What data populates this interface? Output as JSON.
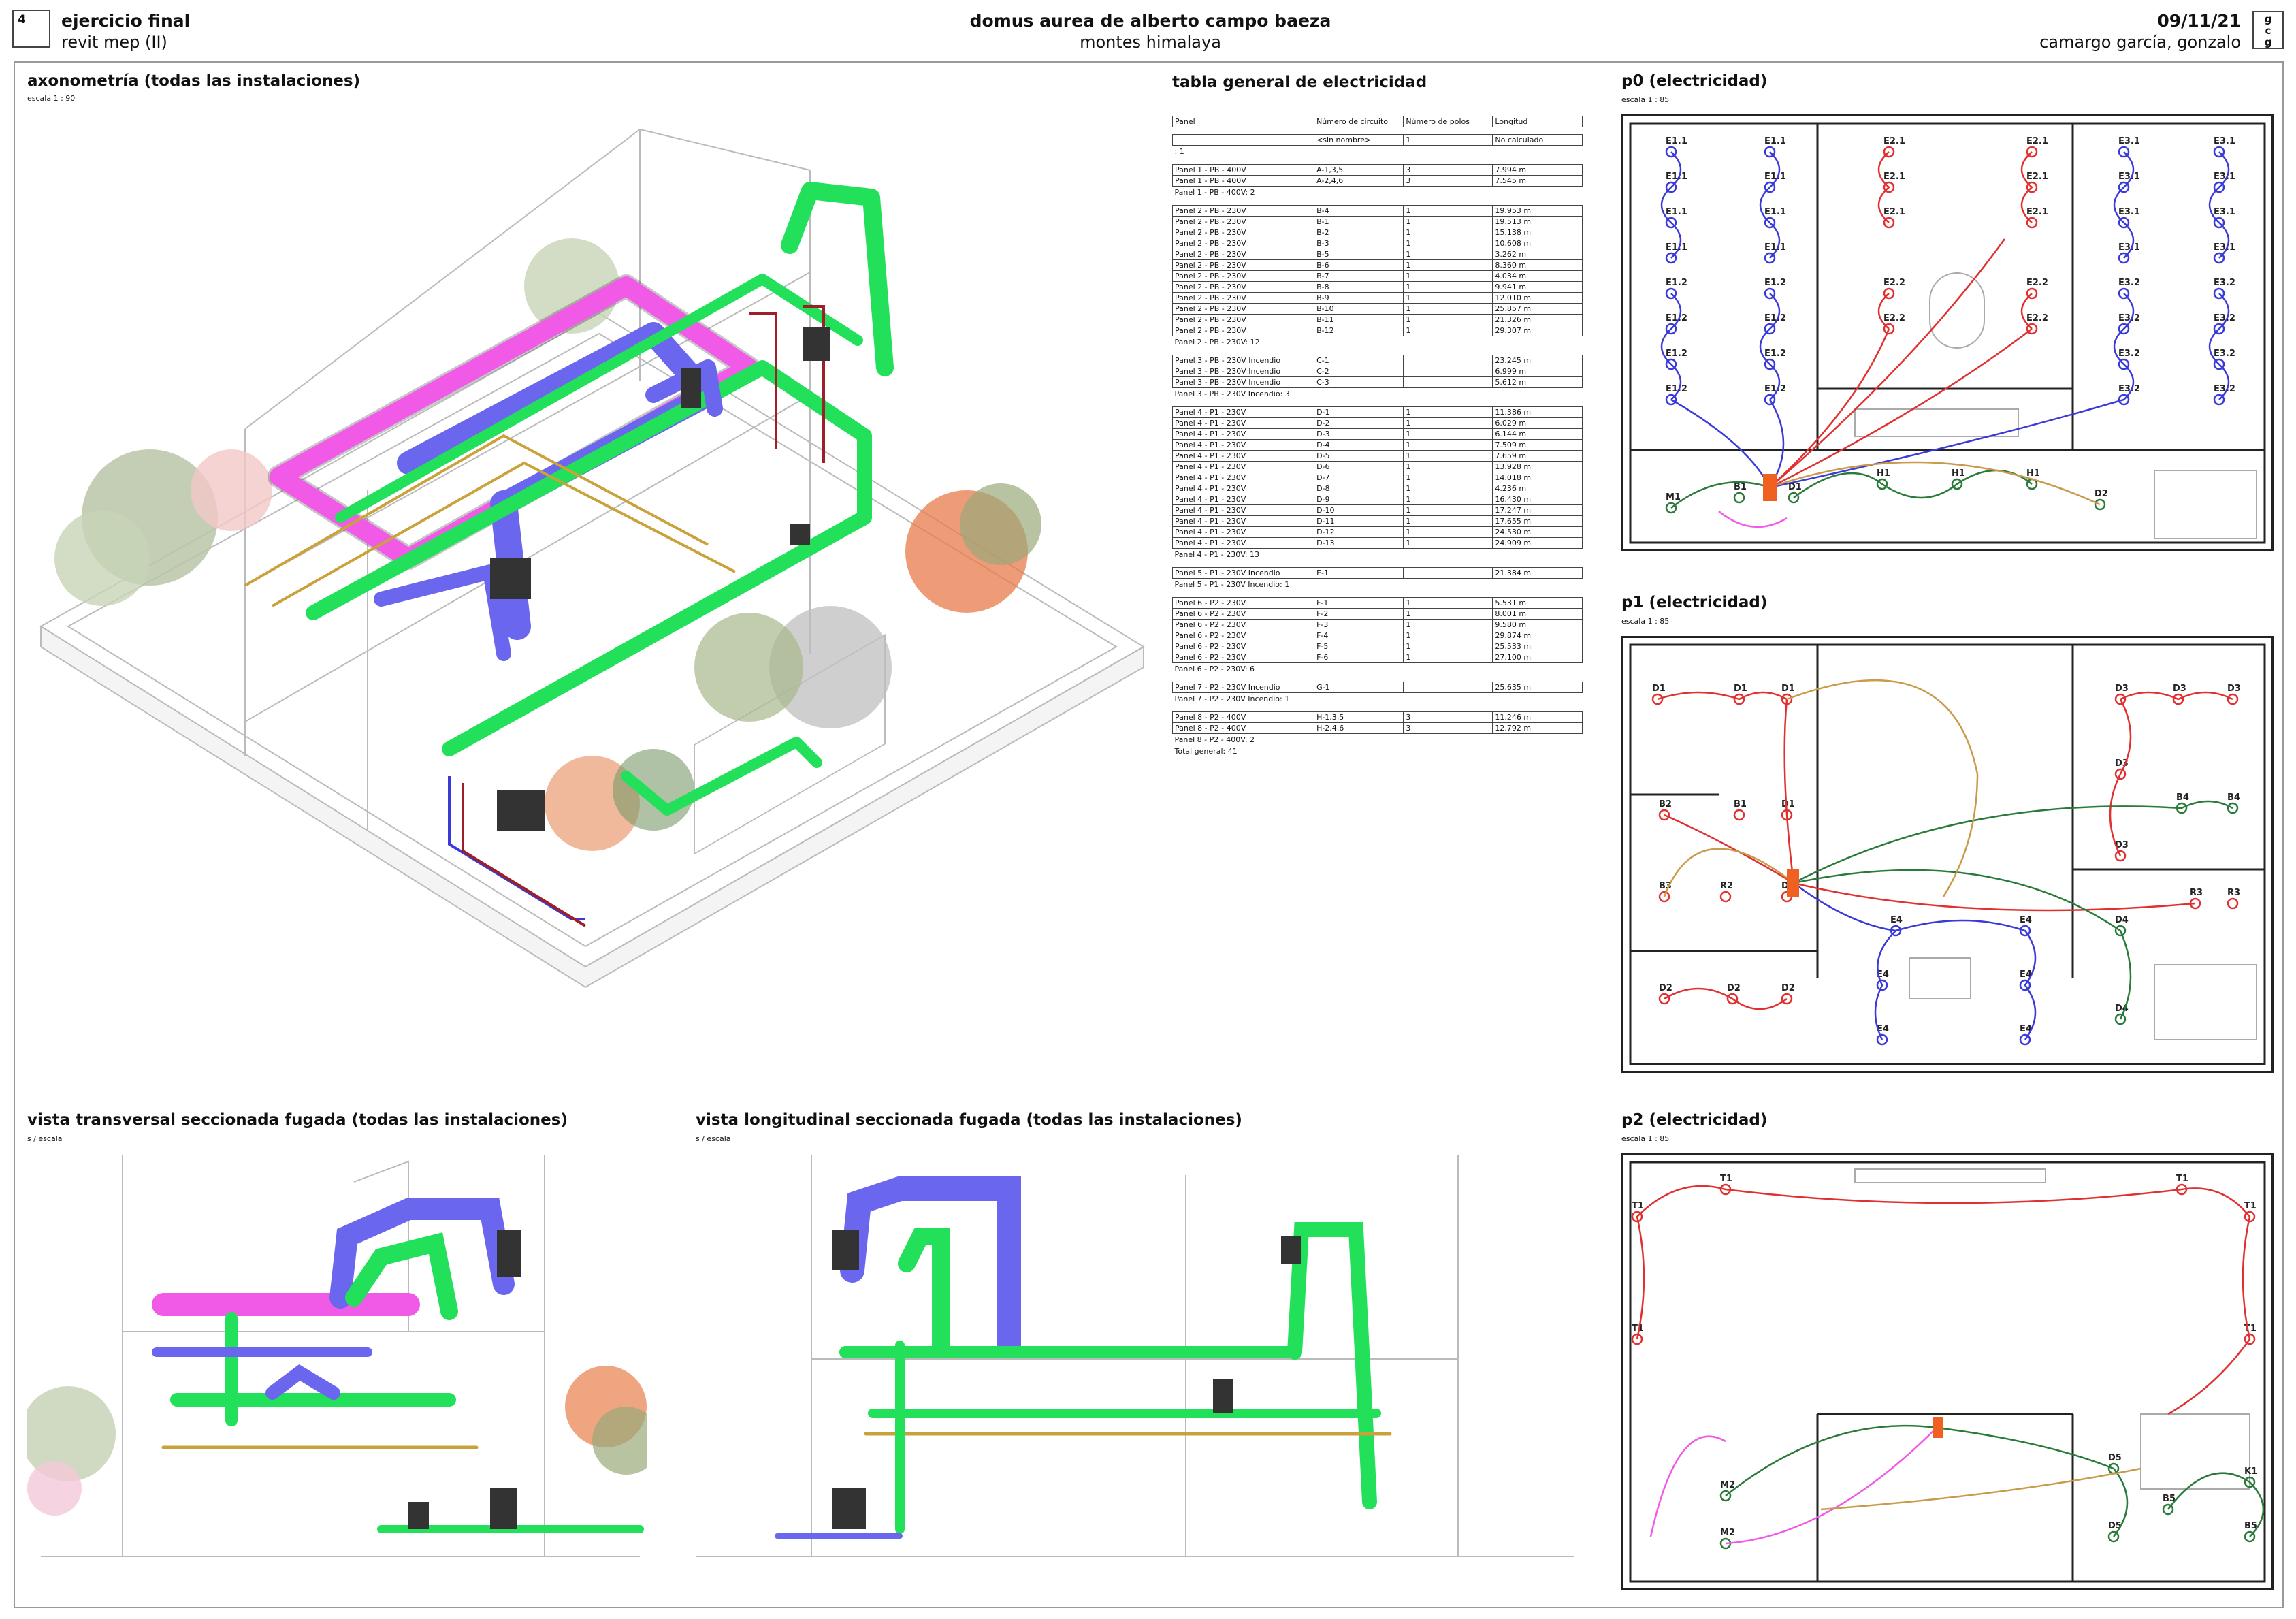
{
  "header": {
    "sheet_number": "4",
    "title": "ejercicio final",
    "subtitle": "revit mep (II)",
    "project": "domus aurea de alberto campo baeza",
    "location": "montes himalaya",
    "date": "09/11/21",
    "author": "camargo garcía, gonzalo",
    "badge": [
      "g",
      "c",
      "g"
    ]
  },
  "views": {
    "axo": {
      "title": "axonometría (todas las instalaciones)",
      "scale": "escala    1 : 90"
    },
    "table_title": "tabla general de electricidad",
    "p0": {
      "title": "p0 (electricidad)",
      "scale": "escala    1 : 85"
    },
    "p1": {
      "title": "p1 (electricidad)",
      "scale": "escala    1 : 85"
    },
    "p2": {
      "title": "p2 (electricidad)",
      "scale": "escala    1 : 85"
    },
    "transversal": {
      "title": "vista transversal seccionada fugada (todas las instalaciones)",
      "scale": "s / escala"
    },
    "longitudinal": {
      "title": "vista longitudinal seccionada fugada (todas las instalaciones)",
      "scale": "s / escala"
    }
  },
  "table": {
    "headers": [
      "Panel",
      "Número de circuito",
      "Número de polos",
      "Longitud"
    ],
    "groups": [
      {
        "rows": [
          [
            "",
            "<sin nombre>",
            "1",
            "No calculado"
          ]
        ],
        "summary": ": 1"
      },
      {
        "rows": [
          [
            "Panel 1 - PB - 400V",
            "A-1,3,5",
            "3",
            "7.994 m"
          ],
          [
            "Panel 1 - PB - 400V",
            "A-2,4,6",
            "3",
            "7.545 m"
          ]
        ],
        "summary": "Panel 1 - PB - 400V: 2"
      },
      {
        "rows": [
          [
            "Panel 2 - PB - 230V",
            "B-4",
            "1",
            "19.953 m"
          ],
          [
            "Panel 2 - PB - 230V",
            "B-1",
            "1",
            "19.513 m"
          ],
          [
            "Panel 2 - PB - 230V",
            "B-2",
            "1",
            "15.138 m"
          ],
          [
            "Panel 2 - PB - 230V",
            "B-3",
            "1",
            "10.608 m"
          ],
          [
            "Panel 2 - PB - 230V",
            "B-5",
            "1",
            "3.262 m"
          ],
          [
            "Panel 2 - PB - 230V",
            "B-6",
            "1",
            "8.360 m"
          ],
          [
            "Panel 2 - PB - 230V",
            "B-7",
            "1",
            "4.034 m"
          ],
          [
            "Panel 2 - PB - 230V",
            "B-8",
            "1",
            "9.941 m"
          ],
          [
            "Panel 2 - PB - 230V",
            "B-9",
            "1",
            "12.010 m"
          ],
          [
            "Panel 2 - PB - 230V",
            "B-10",
            "1",
            "25.857 m"
          ],
          [
            "Panel 2 - PB - 230V",
            "B-11",
            "1",
            "21.326 m"
          ],
          [
            "Panel 2 - PB - 230V",
            "B-12",
            "1",
            "29.307 m"
          ]
        ],
        "summary": "Panel 2 - PB - 230V: 12"
      },
      {
        "rows": [
          [
            "Panel 3 - PB - 230V Incendio",
            "C-1",
            "",
            "23.245 m"
          ],
          [
            "Panel 3 - PB - 230V Incendio",
            "C-2",
            "",
            "6.999 m"
          ],
          [
            "Panel 3 - PB - 230V Incendio",
            "C-3",
            "",
            "5.612 m"
          ]
        ],
        "summary": "Panel 3 - PB - 230V Incendio: 3"
      },
      {
        "rows": [
          [
            "Panel 4 - P1 - 230V",
            "D-1",
            "1",
            "11.386 m"
          ],
          [
            "Panel 4 - P1 - 230V",
            "D-2",
            "1",
            "6.029 m"
          ],
          [
            "Panel 4 - P1 - 230V",
            "D-3",
            "1",
            "6.144 m"
          ],
          [
            "Panel 4 - P1 - 230V",
            "D-4",
            "1",
            "7.509 m"
          ],
          [
            "Panel 4 - P1 - 230V",
            "D-5",
            "1",
            "7.659 m"
          ],
          [
            "Panel 4 - P1 - 230V",
            "D-6",
            "1",
            "13.928 m"
          ],
          [
            "Panel 4 - P1 - 230V",
            "D-7",
            "1",
            "14.018 m"
          ],
          [
            "Panel 4 - P1 - 230V",
            "D-8",
            "1",
            "4.236 m"
          ],
          [
            "Panel 4 - P1 - 230V",
            "D-9",
            "1",
            "16.430 m"
          ],
          [
            "Panel 4 - P1 - 230V",
            "D-10",
            "1",
            "17.247 m"
          ],
          [
            "Panel 4 - P1 - 230V",
            "D-11",
            "1",
            "17.655 m"
          ],
          [
            "Panel 4 - P1 - 230V",
            "D-12",
            "1",
            "24.530 m"
          ],
          [
            "Panel 4 - P1 - 230V",
            "D-13",
            "1",
            "24.909 m"
          ]
        ],
        "summary": "Panel 4 - P1 - 230V: 13"
      },
      {
        "rows": [
          [
            "Panel 5 - P1 - 230V Incendio",
            "E-1",
            "",
            "21.384 m"
          ]
        ],
        "summary": "Panel 5 - P1 - 230V Incendio: 1"
      },
      {
        "rows": [
          [
            "Panel 6 - P2 - 230V",
            "F-1",
            "1",
            "5.531 m"
          ],
          [
            "Panel 6 - P2 - 230V",
            "F-2",
            "1",
            "8.001 m"
          ],
          [
            "Panel 6 - P2 - 230V",
            "F-3",
            "1",
            "9.580 m"
          ],
          [
            "Panel 6 - P2 - 230V",
            "F-4",
            "1",
            "29.874 m"
          ],
          [
            "Panel 6 - P2 - 230V",
            "F-5",
            "1",
            "25.533 m"
          ],
          [
            "Panel 6 - P2 - 230V",
            "F-6",
            "1",
            "27.100 m"
          ]
        ],
        "summary": "Panel 6 - P2 - 230V: 6"
      },
      {
        "rows": [
          [
            "Panel 7 - P2 - 230V Incendio",
            "G-1",
            "",
            "25.635 m"
          ]
        ],
        "summary": "Panel 7 - P2 - 230V Incendio: 1"
      },
      {
        "rows": [
          [
            "Panel 8 - P2 - 400V",
            "H-1,3,5",
            "3",
            "11.246 m"
          ],
          [
            "Panel 8 - P2 - 400V",
            "H-2,4,6",
            "3",
            "12.792 m"
          ]
        ],
        "summary": "Panel 8 - P2 - 400V: 2"
      }
    ],
    "total": "Total general: 41"
  },
  "plan_labels": {
    "p0": {
      "blue_left_a": "E1.1",
      "blue_left_b": "E1.2",
      "red": [
        "E2.1",
        "E2.2"
      ],
      "blue_right_a": "E3.1",
      "blue_right_b": "E3.2",
      "bottom": [
        "M1",
        "B1",
        "D1",
        "H1",
        "D2"
      ]
    },
    "p1": {
      "red": [
        "D1",
        "D2",
        "D3",
        "B1",
        "B2",
        "B3",
        "R2",
        "R3"
      ],
      "green": [
        "B4",
        "D4"
      ],
      "blue": [
        "E4"
      ]
    },
    "p2": {
      "red": [
        "T1"
      ],
      "green": [
        "M2",
        "D5",
        "B5",
        "K1"
      ]
    }
  },
  "colors": {
    "duct_green": "#22e05a",
    "duct_magenta": "#f05ae6",
    "duct_blue": "#6a66ee",
    "pipe_yellow": "#c9a23a",
    "pipe_red": "#9c1f2a",
    "circuit_red": "#e03030",
    "circuit_blue": "#3a3ad8",
    "circuit_green": "#2a7a3a",
    "circuit_ochre": "#c89a4a",
    "tree_green": "#8fa57a",
    "tree_orange": "#e0743a"
  }
}
